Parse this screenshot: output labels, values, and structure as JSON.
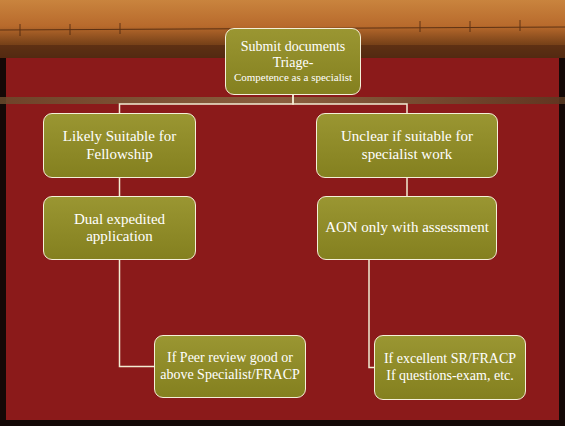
{
  "diagram": {
    "nodes": [
      {
        "text": [
          "Submit documents Triage-",
          "Competence as a specialist"
        ]
      },
      {
        "text": [
          "Likely Suitable for Fellowship"
        ]
      },
      {
        "text": [
          "Unclear if suitable for specialist work"
        ]
      },
      {
        "text": [
          "Dual expedited application"
        ]
      },
      {
        "text": [
          "AON only with assessment"
        ]
      },
      {
        "text": [
          "If Peer review good or above Specialist/FRACP"
        ]
      },
      {
        "text": [
          "If excellent SR/FRACP If questions-exam, etc."
        ]
      }
    ],
    "edges": [
      {
        "from": 0,
        "to": 1,
        "arrow": "none"
      },
      {
        "from": 0,
        "to": 2,
        "arrow": "none"
      },
      {
        "from": 1,
        "to": 3,
        "arrow": "none"
      },
      {
        "from": 2,
        "to": 4,
        "arrow": "none"
      },
      {
        "from": 3,
        "to": 5,
        "arrow": "none"
      },
      {
        "from": 4,
        "to": 6,
        "arrow": "none"
      }
    ]
  }
}
